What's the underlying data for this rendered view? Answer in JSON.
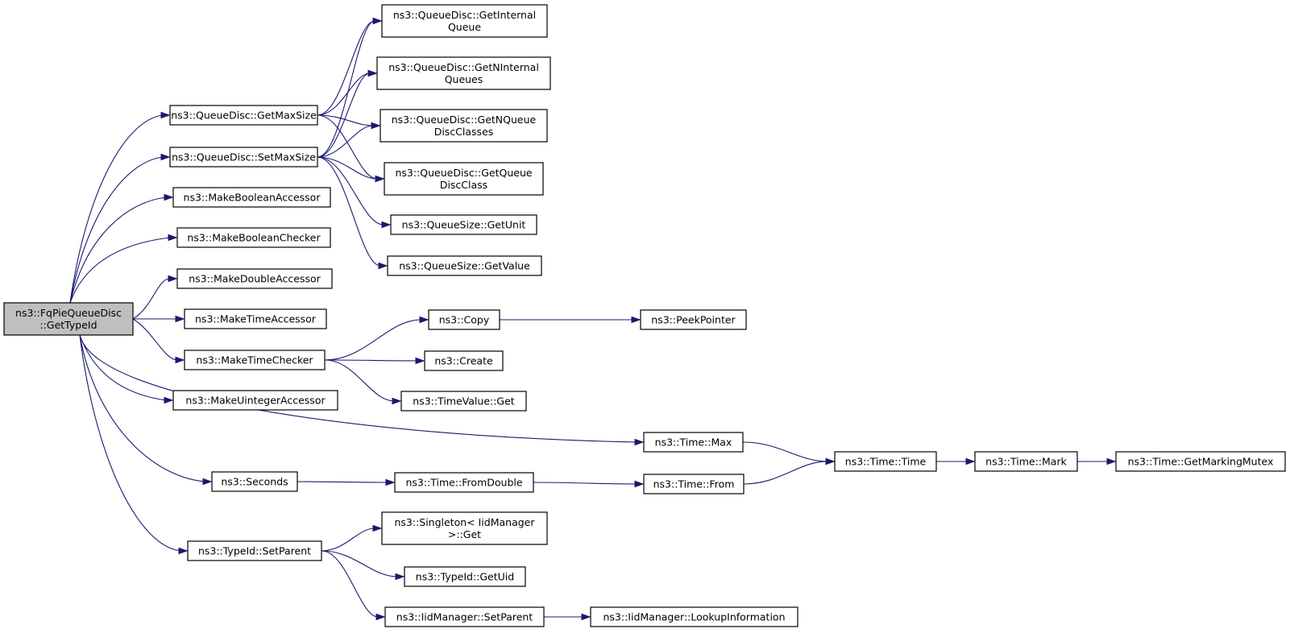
{
  "nodes": [
    {
      "id": "root",
      "lines": [
        "ns3::FqPieQueueDisc",
        "::GetTypeId"
      ],
      "root": true
    },
    {
      "id": "getmaxsize",
      "lines": [
        "ns3::QueueDisc::GetMaxSize"
      ]
    },
    {
      "id": "setmaxsize",
      "lines": [
        "ns3::QueueDisc::SetMaxSize"
      ]
    },
    {
      "id": "makeboolacc",
      "lines": [
        "ns3::MakeBooleanAccessor"
      ]
    },
    {
      "id": "makeboolchk",
      "lines": [
        "ns3::MakeBooleanChecker"
      ]
    },
    {
      "id": "makedoubleacc",
      "lines": [
        "ns3::MakeDoubleAccessor"
      ]
    },
    {
      "id": "maketimeacc",
      "lines": [
        "ns3::MakeTimeAccessor"
      ]
    },
    {
      "id": "maketimechk",
      "lines": [
        "ns3::MakeTimeChecker"
      ]
    },
    {
      "id": "makeuintacc",
      "lines": [
        "ns3::MakeUintegerAccessor"
      ]
    },
    {
      "id": "seconds",
      "lines": [
        "ns3::Seconds"
      ]
    },
    {
      "id": "setparent",
      "lines": [
        "ns3::TypeId::SetParent"
      ]
    },
    {
      "id": "getinternalqueue",
      "lines": [
        "ns3::QueueDisc::GetInternal",
        "Queue"
      ]
    },
    {
      "id": "getninternal",
      "lines": [
        "ns3::QueueDisc::GetNInternal",
        "Queues"
      ]
    },
    {
      "id": "getnqueuedisc",
      "lines": [
        "ns3::QueueDisc::GetNQueue",
        "DiscClasses"
      ]
    },
    {
      "id": "getqueuedisc",
      "lines": [
        "ns3::QueueDisc::GetQueue",
        "DiscClass"
      ]
    },
    {
      "id": "getunit",
      "lines": [
        "ns3::QueueSize::GetUnit"
      ]
    },
    {
      "id": "getvalue",
      "lines": [
        "ns3::QueueSize::GetValue"
      ]
    },
    {
      "id": "copy",
      "lines": [
        "ns3::Copy"
      ]
    },
    {
      "id": "create",
      "lines": [
        "ns3::Create"
      ]
    },
    {
      "id": "timevalueget",
      "lines": [
        "ns3::TimeValue::Get"
      ]
    },
    {
      "id": "peekpointer",
      "lines": [
        "ns3::PeekPointer"
      ]
    },
    {
      "id": "timemax",
      "lines": [
        "ns3::Time::Max"
      ]
    },
    {
      "id": "fromdouble",
      "lines": [
        "ns3::Time::FromDouble"
      ]
    },
    {
      "id": "timefrom",
      "lines": [
        "ns3::Time::From"
      ]
    },
    {
      "id": "timetime",
      "lines": [
        "ns3::Time::Time"
      ]
    },
    {
      "id": "timemark",
      "lines": [
        "ns3::Time::Mark"
      ]
    },
    {
      "id": "markingmutex",
      "lines": [
        "ns3::Time::GetMarkingMutex"
      ]
    },
    {
      "id": "singletonget",
      "lines": [
        "ns3::Singleton< IidManager",
        ">::Get"
      ]
    },
    {
      "id": "getuid",
      "lines": [
        "ns3::TypeId::GetUid"
      ]
    },
    {
      "id": "iidsetparent",
      "lines": [
        "ns3::IidManager::SetParent"
      ]
    },
    {
      "id": "lookupinfo",
      "lines": [
        "ns3::IidManager::LookupInformation"
      ]
    }
  ],
  "edges": [
    [
      "root",
      "getmaxsize"
    ],
    [
      "root",
      "setmaxsize"
    ],
    [
      "root",
      "makeboolacc"
    ],
    [
      "root",
      "makeboolchk"
    ],
    [
      "root",
      "makedoubleacc"
    ],
    [
      "root",
      "maketimeacc"
    ],
    [
      "root",
      "maketimechk"
    ],
    [
      "root",
      "makeuintacc"
    ],
    [
      "root",
      "timemax"
    ],
    [
      "root",
      "seconds"
    ],
    [
      "root",
      "setparent"
    ],
    [
      "getmaxsize",
      "getinternalqueue"
    ],
    [
      "getmaxsize",
      "getninternal"
    ],
    [
      "getmaxsize",
      "getnqueuedisc"
    ],
    [
      "getmaxsize",
      "getqueuedisc"
    ],
    [
      "setmaxsize",
      "getinternalqueue"
    ],
    [
      "setmaxsize",
      "getninternal"
    ],
    [
      "setmaxsize",
      "getnqueuedisc"
    ],
    [
      "setmaxsize",
      "getqueuedisc"
    ],
    [
      "setmaxsize",
      "getunit"
    ],
    [
      "setmaxsize",
      "getvalue"
    ],
    [
      "maketimechk",
      "copy"
    ],
    [
      "maketimechk",
      "create"
    ],
    [
      "maketimechk",
      "timevalueget"
    ],
    [
      "copy",
      "peekpointer"
    ],
    [
      "timemax",
      "timetime"
    ],
    [
      "seconds",
      "fromdouble"
    ],
    [
      "fromdouble",
      "timefrom"
    ],
    [
      "timefrom",
      "timetime"
    ],
    [
      "timetime",
      "timemark"
    ],
    [
      "timemark",
      "markingmutex"
    ],
    [
      "setparent",
      "singletonget"
    ],
    [
      "setparent",
      "getuid"
    ],
    [
      "setparent",
      "iidsetparent"
    ],
    [
      "iidsetparent",
      "lookupinfo"
    ]
  ]
}
